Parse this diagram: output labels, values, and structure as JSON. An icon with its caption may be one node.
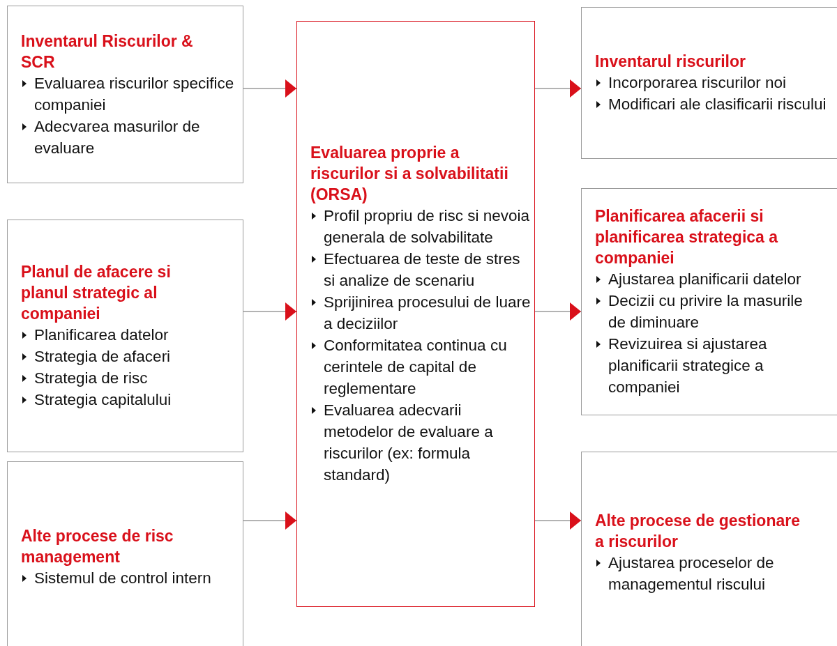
{
  "diagram": {
    "nodes": [
      {
        "text": [
          "Inventarul Riscurilor & SCR",
          "Evaluarea riscurilor specifice companiei",
          "Adecvarea masurilor de evaluare"
        ]
      },
      {
        "text": [
          "Planul de afacere si planul strategic al companiei",
          "Planificarea datelor",
          "Strategia de afaceri",
          "Strategia de risc",
          "Strategia capitalului"
        ]
      },
      {
        "text": [
          "Alte procese de risc management",
          "Sistemul de control intern"
        ]
      },
      {
        "text": [
          "Evaluarea proprie a riscurilor si a solvabilitatii (ORSA)",
          "Profil propriu de risc si nevoia generala de solvabilitate",
          "Efectuarea de teste de stres si analize de scenariu",
          "Sprijinirea procesului de luare a deciziilor",
          "Conformitatea continua cu cerintele de capital de reglementare",
          "Evaluarea adecvarii metodelor de evaluare a riscurilor (ex: formula standard)"
        ]
      },
      {
        "text": [
          "Inventarul riscurilor",
          "Incorporarea riscurilor noi",
          "Modificari ale clasificarii riscului"
        ]
      },
      {
        "text": [
          "Planificarea afacerii si planificarea strategica a companiei",
          "Ajustarea planificarii datelor",
          "Decizii cu privire la masurile de diminuare",
          "Revizuirea si ajustarea planificarii strategice a companiei"
        ]
      },
      {
        "text": [
          "Alte procese de gestionare a riscurilor",
          "Ajustarea proceselor de managementul riscului"
        ]
      }
    ],
    "edges": [
      {
        "from": 0,
        "to": 3,
        "arrow": "to"
      },
      {
        "from": 1,
        "to": 3,
        "arrow": "to"
      },
      {
        "from": 2,
        "to": 3,
        "arrow": "to"
      },
      {
        "from": 3,
        "to": 4,
        "arrow": "to"
      },
      {
        "from": 3,
        "to": 5,
        "arrow": "to"
      },
      {
        "from": 3,
        "to": 6,
        "arrow": "to"
      }
    ]
  }
}
